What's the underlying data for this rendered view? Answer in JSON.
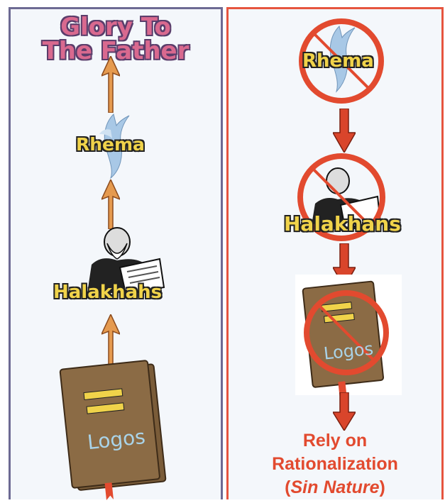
{
  "left_panel": {
    "title_line1": "Glory To",
    "title_line2": "The Father",
    "rhema_label": "Rhema",
    "halakhahs_label": "Halakhahs",
    "logos_label": "Logos"
  },
  "right_panel": {
    "rhema_label": "Rhema",
    "halakhahs_label": "Halakhans",
    "logos_label": "Logos",
    "caption_line1": "Rely on",
    "caption_line2": "Rationalization",
    "caption_line3_open": "(",
    "caption_line3_italic": "Sin Nature",
    "caption_line3_close": ")"
  },
  "colors": {
    "left_border": "#6d6a93",
    "right_border": "#e6553f",
    "arrow_up": "#e59a4f",
    "arrow_down": "#d9452b",
    "book": "#8b6b45",
    "prohibition": "#e24a2f"
  }
}
